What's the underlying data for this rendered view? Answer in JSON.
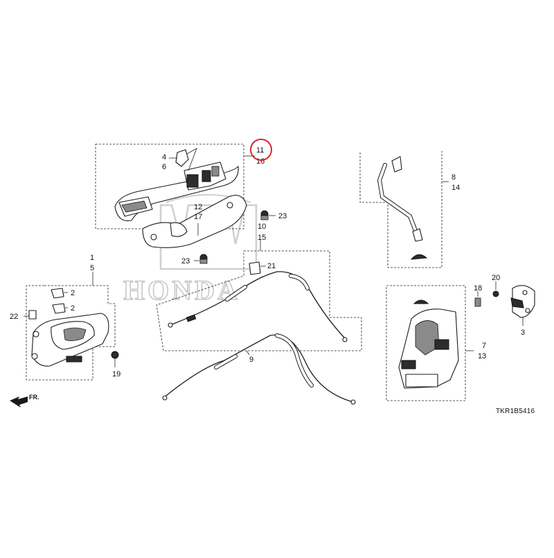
{
  "diagram": {
    "callouts": {
      "n1": "1",
      "n2a": "2",
      "n2b": "2",
      "n3": "3",
      "n4": "4",
      "n5": "5",
      "n6": "6",
      "n7": "7",
      "n8": "8",
      "n9": "9",
      "n10": "10",
      "n11": "11",
      "n12": "12",
      "n13": "13",
      "n14": "14",
      "n15": "15",
      "n16": "16",
      "n17": "17",
      "n18": "18",
      "n19": "19",
      "n20": "20",
      "n21": "21",
      "n22": "22",
      "n23a": "23",
      "n23b": "23"
    },
    "highlighted_callout": "11",
    "highlight_color": "#d9262b",
    "direction_label": "FR.",
    "diagram_code": "TKR1B5416",
    "watermark_text": "HONDA"
  }
}
